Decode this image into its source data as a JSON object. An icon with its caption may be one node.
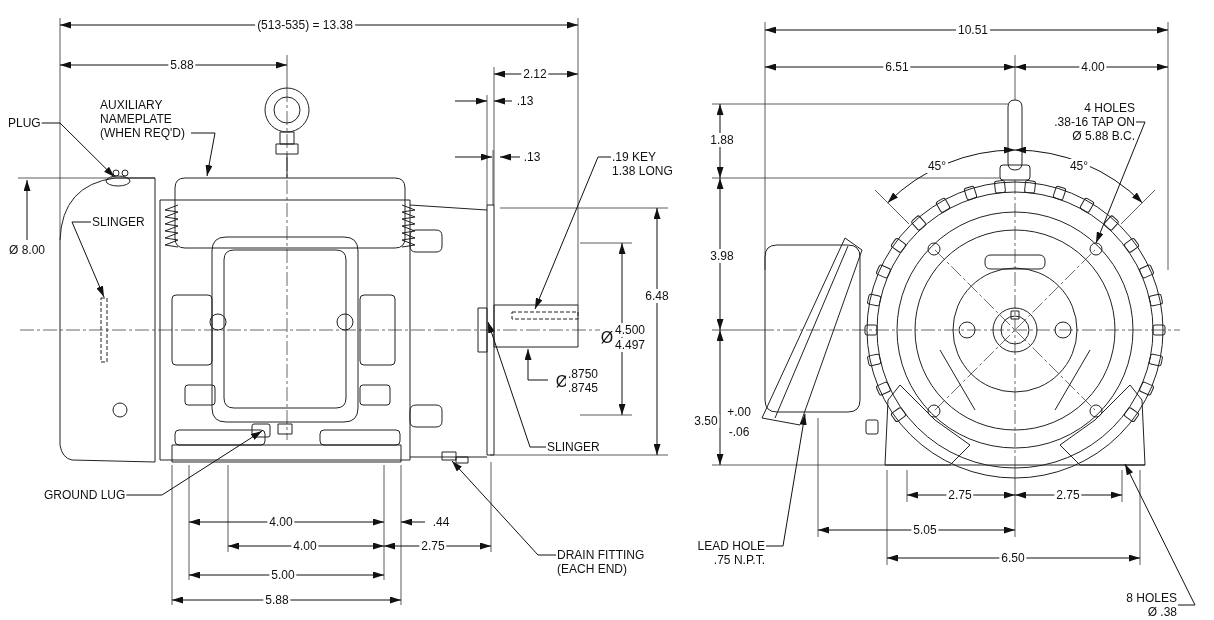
{
  "diagram": {
    "nodes": [
      {
        "text": [
          "PLUG"
        ]
      },
      {
        "text": [
          "AUXILIARY NAMEPLATE (WHEN REQ'D)"
        ]
      },
      {
        "text": [
          "SLINGER"
        ]
      },
      {
        "text": [
          ".19 KEY 1.38 LONG"
        ]
      },
      {
        "text": [
          "SLINGER"
        ]
      },
      {
        "text": [
          "GROUND LUG"
        ]
      },
      {
        "text": [
          "DRAIN FITTING (EACH END)"
        ]
      },
      {
        "text": [
          "4 HOLES .38-16 TAP ON Ø 5.88 B.C."
        ]
      },
      {
        "text": [
          "LEAD HOLE .75 N.P.T."
        ]
      },
      {
        "text": [
          "8 HOLES Ø .38"
        ]
      },
      {
        "text": [],
        "shape": "circle"
      }
    ],
    "edges": [
      {
        "from": 0,
        "to": 10,
        "arrow": "to"
      },
      {
        "from": 1,
        "to": null,
        "arrow": "to"
      },
      {
        "from": 2,
        "to": null,
        "arrow": "to"
      },
      {
        "from": 3,
        "to": null,
        "arrow": "to"
      },
      {
        "from": 4,
        "to": null,
        "arrow": "to"
      },
      {
        "from": 5,
        "to": null,
        "arrow": "to"
      },
      {
        "from": 6,
        "to": null,
        "arrow": "to"
      },
      {
        "from": 7,
        "to": null,
        "arrow": "to"
      },
      {
        "from": 8,
        "to": null,
        "arrow": "to"
      },
      {
        "from": 9,
        "to": null,
        "arrow": "to"
      }
    ],
    "labels": [
      "(513-535) = 13.38",
      "5.88",
      "2.12",
      ".13",
      ".13",
      "Ø 8.00",
      "6.48",
      "Ø",
      "4.500",
      "4.497",
      "Ø",
      ".8750",
      ".8745",
      "4.00",
      ".44",
      "4.00",
      "2.75",
      "5.00",
      "5.88",
      "10.51",
      "6.51",
      "4.00",
      "1.88",
      "45°",
      "45°",
      "3.98",
      "3.50",
      "+.00",
      "-.06",
      "2.75",
      "2.75",
      "5.05",
      "6.50"
    ]
  }
}
